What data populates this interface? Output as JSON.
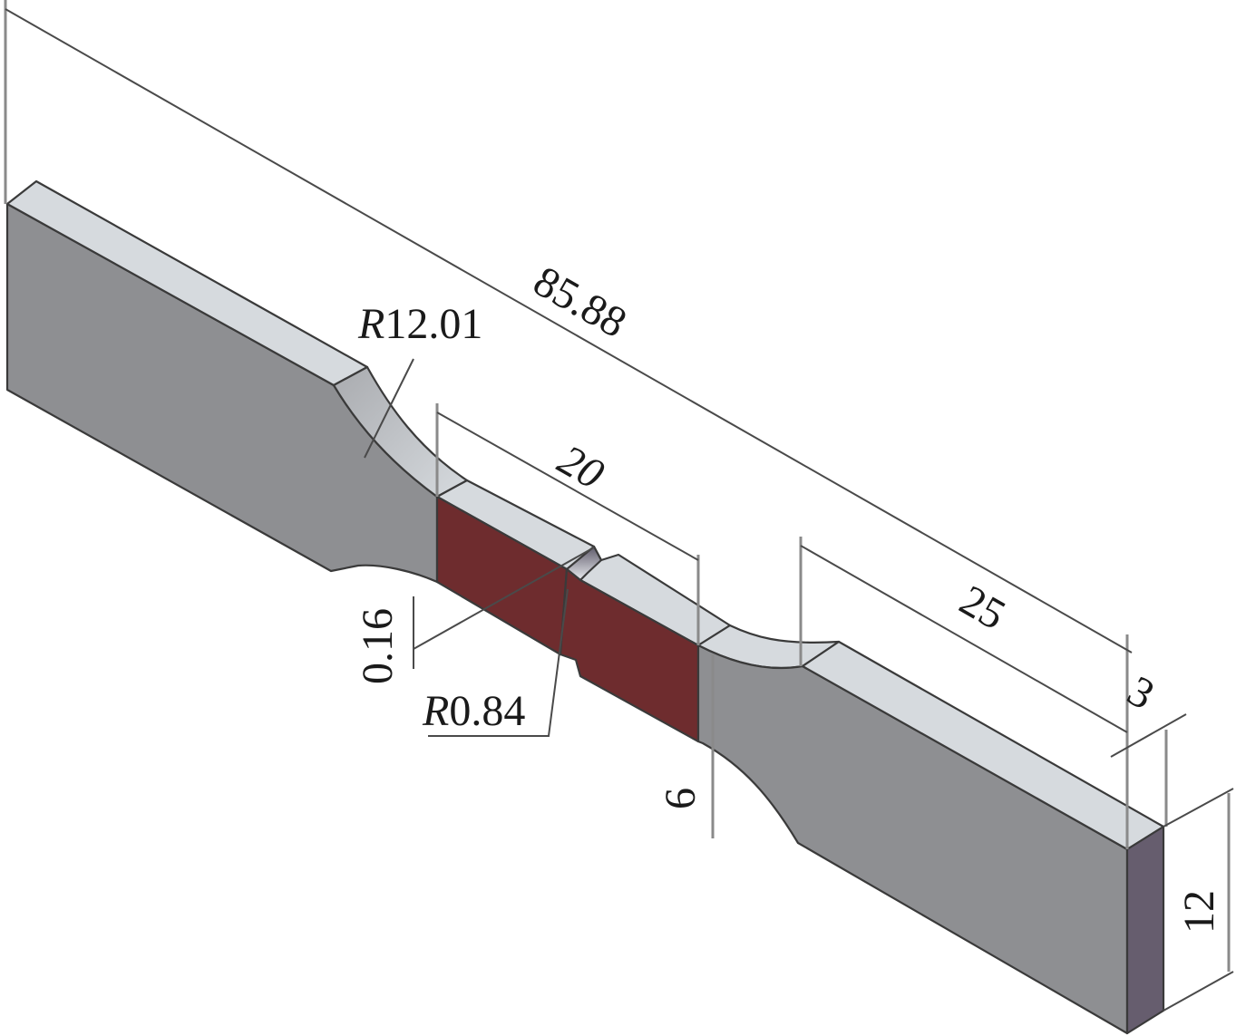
{
  "figure": {
    "type": "isometric technical drawing",
    "subject": "notched tensile specimen (dog-bone)",
    "colors": {
      "front_face": "#8e8f92",
      "top_face": "#d6dade",
      "fillet_face": "#b2b4b8",
      "gauge_front_face": "#6e2c2e",
      "end_face": "#665d6e",
      "dimension_line": "#4a4a4a",
      "extension_line": "#8a8a8a",
      "text": "#1a1a1a",
      "background": "#ffffff"
    }
  },
  "dimensions": {
    "overall_length": {
      "value": "85.88",
      "label": "85.88"
    },
    "fillet_radius": {
      "prefix": "R",
      "value": "12.01"
    },
    "gauge_length": {
      "value": "20",
      "label": "20"
    },
    "notch_depth": {
      "value": "0.16",
      "label": "0.16"
    },
    "notch_radius": {
      "prefix": "R",
      "value": "0.84"
    },
    "gauge_width": {
      "value": "6",
      "label": "6"
    },
    "grip_length": {
      "value": "25",
      "label": "25"
    },
    "thickness": {
      "value": "3",
      "label": "3"
    },
    "grip_width": {
      "value": "12",
      "label": "12"
    }
  }
}
